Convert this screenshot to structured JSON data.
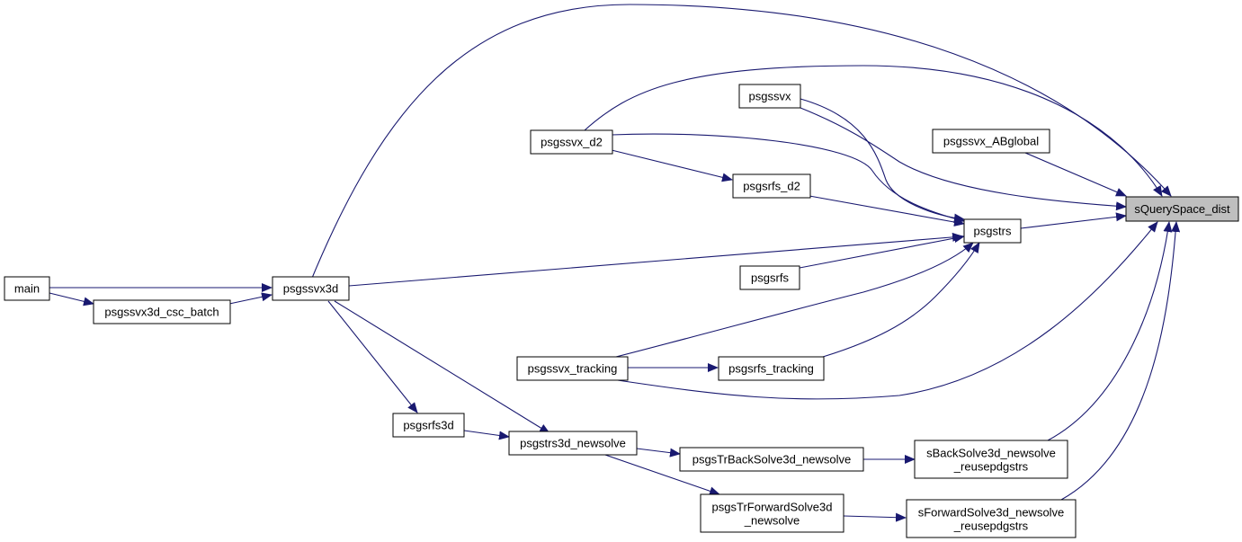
{
  "graph": {
    "focus": "sQuerySpace_dist",
    "edge_color": "#191970",
    "focus_fill": "#bfbfbf",
    "nodes": [
      {
        "id": "sQuerySpace_dist",
        "lines": [
          "sQuerySpace_dist"
        ]
      },
      {
        "id": "psgstrs",
        "lines": [
          "psgstrs"
        ]
      },
      {
        "id": "psgssvx_ABglobal",
        "lines": [
          "psgssvx_ABglobal"
        ]
      },
      {
        "id": "psgssvx",
        "lines": [
          "psgssvx"
        ]
      },
      {
        "id": "psgssvx_d2",
        "lines": [
          "psgssvx_d2"
        ]
      },
      {
        "id": "psgsrfs_d2",
        "lines": [
          "psgsrfs_d2"
        ]
      },
      {
        "id": "psgsrfs",
        "lines": [
          "psgsrfs"
        ]
      },
      {
        "id": "psgssvx3d",
        "lines": [
          "psgssvx3d"
        ]
      },
      {
        "id": "main",
        "lines": [
          "main"
        ]
      },
      {
        "id": "psgssvx3d_csc_batch",
        "lines": [
          "psgssvx3d_csc_batch"
        ]
      },
      {
        "id": "psgssvx_tracking",
        "lines": [
          "psgssvx_tracking"
        ]
      },
      {
        "id": "psgsrfs_tracking",
        "lines": [
          "psgsrfs_tracking"
        ]
      },
      {
        "id": "psgsrfs3d",
        "lines": [
          "psgsrfs3d"
        ]
      },
      {
        "id": "psgstrs3d_newsolve",
        "lines": [
          "psgstrs3d_newsolve"
        ]
      },
      {
        "id": "psgsTrBackSolve3d_newsolve",
        "lines": [
          "psgsTrBackSolve3d_newsolve"
        ]
      },
      {
        "id": "psgsTrForwardSolve3d_newsolve",
        "lines": [
          "psgsTrForwardSolve3d",
          "_newsolve"
        ]
      },
      {
        "id": "sBackSolve3d_newsolve_reusepdgstrs",
        "lines": [
          "sBackSolve3d_newsolve",
          "_reusepdgstrs"
        ]
      },
      {
        "id": "sForwardSolve3d_newsolve_reusepdgstrs",
        "lines": [
          "sForwardSolve3d_newsolve",
          "_reusepdgstrs"
        ]
      }
    ],
    "edges": [
      {
        "from": "psgssvx3d",
        "to": "sQuerySpace_dist"
      },
      {
        "from": "psgssvx_d2",
        "to": "sQuerySpace_dist"
      },
      {
        "from": "psgssvx",
        "to": "sQuerySpace_dist"
      },
      {
        "from": "psgssvx_ABglobal",
        "to": "sQuerySpace_dist"
      },
      {
        "from": "psgstrs",
        "to": "sQuerySpace_dist"
      },
      {
        "from": "psgssvx_tracking",
        "to": "sQuerySpace_dist"
      },
      {
        "from": "sBackSolve3d_newsolve_reusepdgstrs",
        "to": "sQuerySpace_dist"
      },
      {
        "from": "sForwardSolve3d_newsolve_reusepdgstrs",
        "to": "sQuerySpace_dist"
      },
      {
        "from": "psgssvx",
        "to": "psgstrs"
      },
      {
        "from": "psgssvx_d2",
        "to": "psgstrs"
      },
      {
        "from": "psgsrfs_d2",
        "to": "psgstrs"
      },
      {
        "from": "psgssvx3d",
        "to": "psgstrs"
      },
      {
        "from": "psgsrfs",
        "to": "psgstrs"
      },
      {
        "from": "psgssvx_tracking",
        "to": "psgstrs"
      },
      {
        "from": "psgsrfs_tracking",
        "to": "psgstrs"
      },
      {
        "from": "psgssvx_d2",
        "to": "psgsrfs_d2"
      },
      {
        "from": "main",
        "to": "psgssvx3d"
      },
      {
        "from": "main",
        "to": "psgssvx3d_csc_batch"
      },
      {
        "from": "psgssvx3d_csc_batch",
        "to": "psgssvx3d"
      },
      {
        "from": "psgssvx_tracking",
        "to": "psgsrfs_tracking"
      },
      {
        "from": "psgssvx3d",
        "to": "psgsrfs3d"
      },
      {
        "from": "psgssvx3d",
        "to": "psgstrs3d_newsolve"
      },
      {
        "from": "psgsrfs3d",
        "to": "psgstrs3d_newsolve"
      },
      {
        "from": "psgstrs3d_newsolve",
        "to": "psgsTrBackSolve3d_newsolve"
      },
      {
        "from": "psgstrs3d_newsolve",
        "to": "psgsTrForwardSolve3d_newsolve"
      },
      {
        "from": "psgsTrBackSolve3d_newsolve",
        "to": "sBackSolve3d_newsolve_reusepdgstrs"
      },
      {
        "from": "psgsTrForwardSolve3d_newsolve",
        "to": "sForwardSolve3d_newsolve_reusepdgstrs"
      }
    ]
  }
}
